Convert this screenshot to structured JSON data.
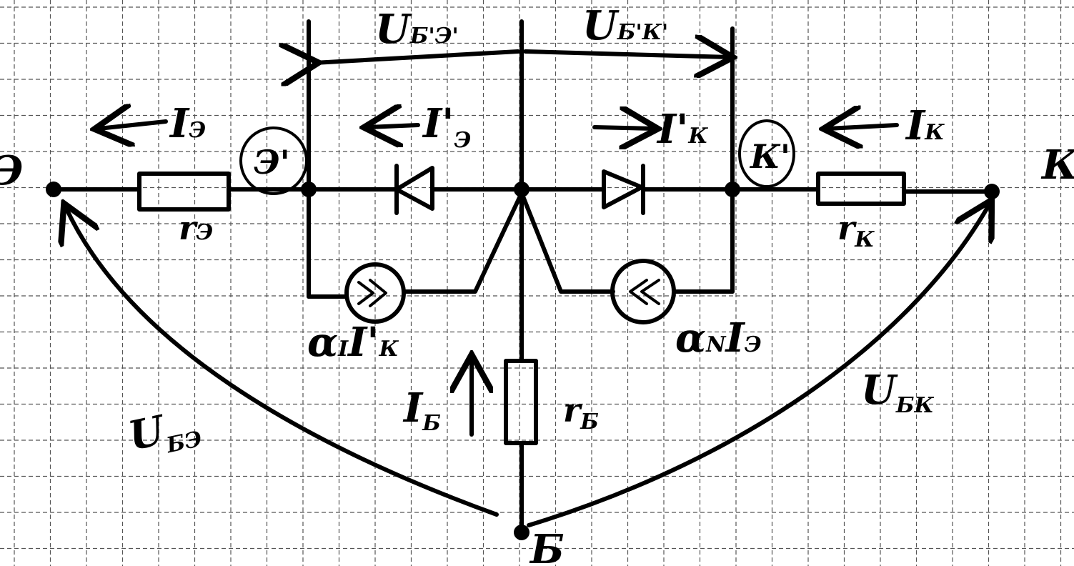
{
  "nodes": {
    "emitter": "Э",
    "collector": "К",
    "base": "Б",
    "emitter_internal": "Э'",
    "collector_internal": "К'"
  },
  "currents": {
    "emitter_main": "I",
    "emitter_main_sub": "Э",
    "emitter_internal": "I'",
    "emitter_internal_sub": "Э",
    "collector_internal": "I'",
    "collector_internal_sub": "К",
    "collector_main": "I",
    "collector_main_sub": "К",
    "base": "I",
    "base_sub": "Б"
  },
  "voltages": {
    "base_emitter_internal": "U",
    "base_emitter_internal_sub": "Б'Э'",
    "base_collector_internal": "U",
    "base_collector_internal_sub": "Б'К'",
    "base_emitter": "U",
    "base_emitter_sub": "БЭ",
    "base_collector": "U",
    "base_collector_sub": "БК"
  },
  "resistors": {
    "emitter": "r",
    "emitter_sub": "Э",
    "collector": "r",
    "collector_sub": "К",
    "base": "r",
    "base_sub": "Б"
  },
  "sources": {
    "inverse": "α",
    "inverse_sub": "I",
    "inverse_current": "I'",
    "inverse_current_sub": "К",
    "normal": "α",
    "normal_sub": "N",
    "normal_current": "I",
    "normal_current_sub": "Э"
  }
}
